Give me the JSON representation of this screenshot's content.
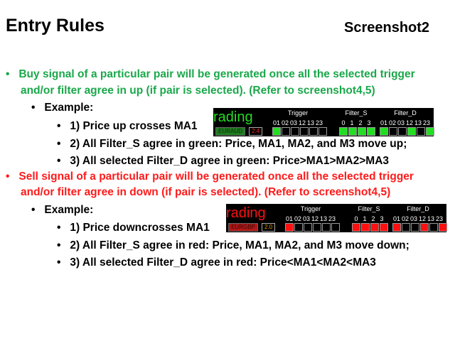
{
  "title": "Entry Rules",
  "screenshot_label": "Screenshot2",
  "buy": {
    "line1": "Buy signal of a particular pair will be generated once all the selected trigger",
    "line2": "and/or filter agree in up (if pair is selected). (Refer to screenshot4,5)",
    "example": "Example:",
    "items": [
      "1) Price up crosses MA1",
      "2) All Filter_S  agree in green: Price, MA1, MA2, and M3 move up;",
      "3) All selected Filter_D agree in green: Price>MA1>MA2>MA3"
    ],
    "panel": {
      "brand": "rading",
      "pair": "EURAUD",
      "value": "2.4",
      "color": "#22dd22",
      "pair_bg": "#1e7a1e",
      "pair_fg": "#0a300a",
      "value_fg": "#ff2020",
      "trigger": {
        "label": "Trigger",
        "cols": [
          "01",
          "02",
          "03",
          "12",
          "13",
          "23"
        ],
        "on": [
          1,
          0,
          0,
          0,
          0,
          0
        ]
      },
      "filter_s": {
        "label": "Filter_S",
        "cols": [
          "0",
          "1",
          "2",
          "3"
        ],
        "on": [
          1,
          1,
          1,
          1
        ]
      },
      "filter_d": {
        "label": "Filter_D",
        "cols": [
          "01",
          "02",
          "03",
          "12",
          "13",
          "23"
        ],
        "on": [
          1,
          0,
          0,
          1,
          0,
          1
        ]
      }
    }
  },
  "sell": {
    "line1": "Sell signal of a particular pair will be generated once all the selected trigger",
    "line2": "and/or filter agree in down (if pair is selected). (Refer to screenshot4,5)",
    "example": "Example:",
    "items": [
      "1) Price downcrosses MA1",
      "2) All Filter_S  agree in red: Price, MA1, MA2, and M3 move down;",
      "3) All selected Filter_D agree in red: Price<MA1<MA2<MA3"
    ],
    "panel": {
      "brand": "rading",
      "pair": "EURGBP",
      "value": "2.0",
      "color": "#ff1010",
      "pair_bg": "#b01818",
      "pair_fg": "#3a0505",
      "value_fg": "#e0a000",
      "trigger": {
        "label": "Trigger",
        "cols": [
          "01",
          "02",
          "03",
          "12",
          "13",
          "23"
        ],
        "on": [
          1,
          0,
          0,
          0,
          0,
          0
        ]
      },
      "filter_s": {
        "label": "Filter_S",
        "cols": [
          "0",
          "1",
          "2",
          "3"
        ],
        "on": [
          1,
          1,
          1,
          1
        ]
      },
      "filter_d": {
        "label": "Filter_D",
        "cols": [
          "01",
          "02",
          "03",
          "12",
          "13",
          "23"
        ],
        "on": [
          1,
          0,
          0,
          1,
          0,
          1
        ]
      }
    }
  }
}
